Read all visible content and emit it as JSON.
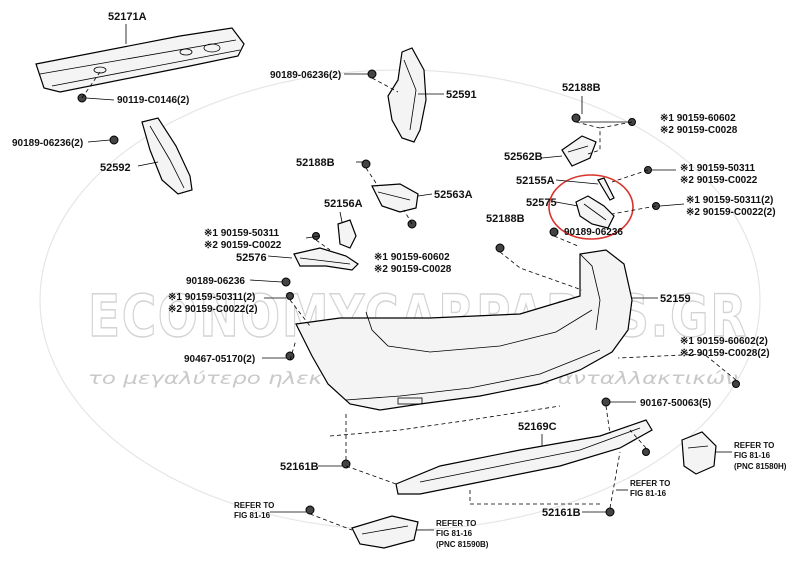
{
  "watermark": {
    "brand": "ECONOMYCARPARTS.GR",
    "tagline": "το μεγαλύτερο ηλεκτρονικό κατάστημα ανταλλακτικών"
  },
  "labels": {
    "p52171A": "52171A",
    "p90119": "90119-C0146(2)",
    "p90189_tl": "90189-06236(2)",
    "p52592": "52592",
    "p90189_top": "90189-06236(2)",
    "p52591": "52591",
    "p52188B_a": "52188B",
    "p52188B_b": "52188B",
    "p52188B_c": "52188B",
    "p52563A": "52563A",
    "p52562B": "52562B",
    "p52155A": "52155A",
    "p52575": "52575",
    "p90189_mid": "90189-06236",
    "p52156A": "52156A",
    "p52576": "52576",
    "p90189_left": "90189-06236",
    "p90467": "90467-05170(2)",
    "p52159": "52159",
    "p90167": "90167-50063(5)",
    "p52169C": "52169C",
    "p52161B_a": "52161B",
    "p52161B_b": "52161B",
    "a1": "※1 90159-60602",
    "a2": "※2 90159-C0028",
    "b1": "※1 90159-50311",
    "b2": "※2 90159-C0022",
    "c1": "※1 90159-50311(2)",
    "c2": "※2 90159-C0022(2)",
    "d1": "※1 90159-50311",
    "d2": "※2 90159-C0022",
    "e1": "※1 90159-60602",
    "e2": "※2 90159-C0028",
    "f1": "※1 90159-50311(2)",
    "f2": "※2 90159-C0022(2)",
    "g1": "※1 90159-60602(2)",
    "g2": "※2 90159-C0028(2)",
    "ref_right_1": "REFER TO",
    "ref_right_2": "FIG 81-16",
    "ref_right_3": "(PNC 81580H)",
    "ref_mid_1": "REFER TO",
    "ref_mid_2": "FIG 81-16",
    "ref_bl_1": "REFER TO",
    "ref_bl_2": "FIG 81-16",
    "ref_bot_1": "REFER TO",
    "ref_bot_2": "FIG 81-16",
    "ref_bot_3": "(PNC 81590B)"
  }
}
